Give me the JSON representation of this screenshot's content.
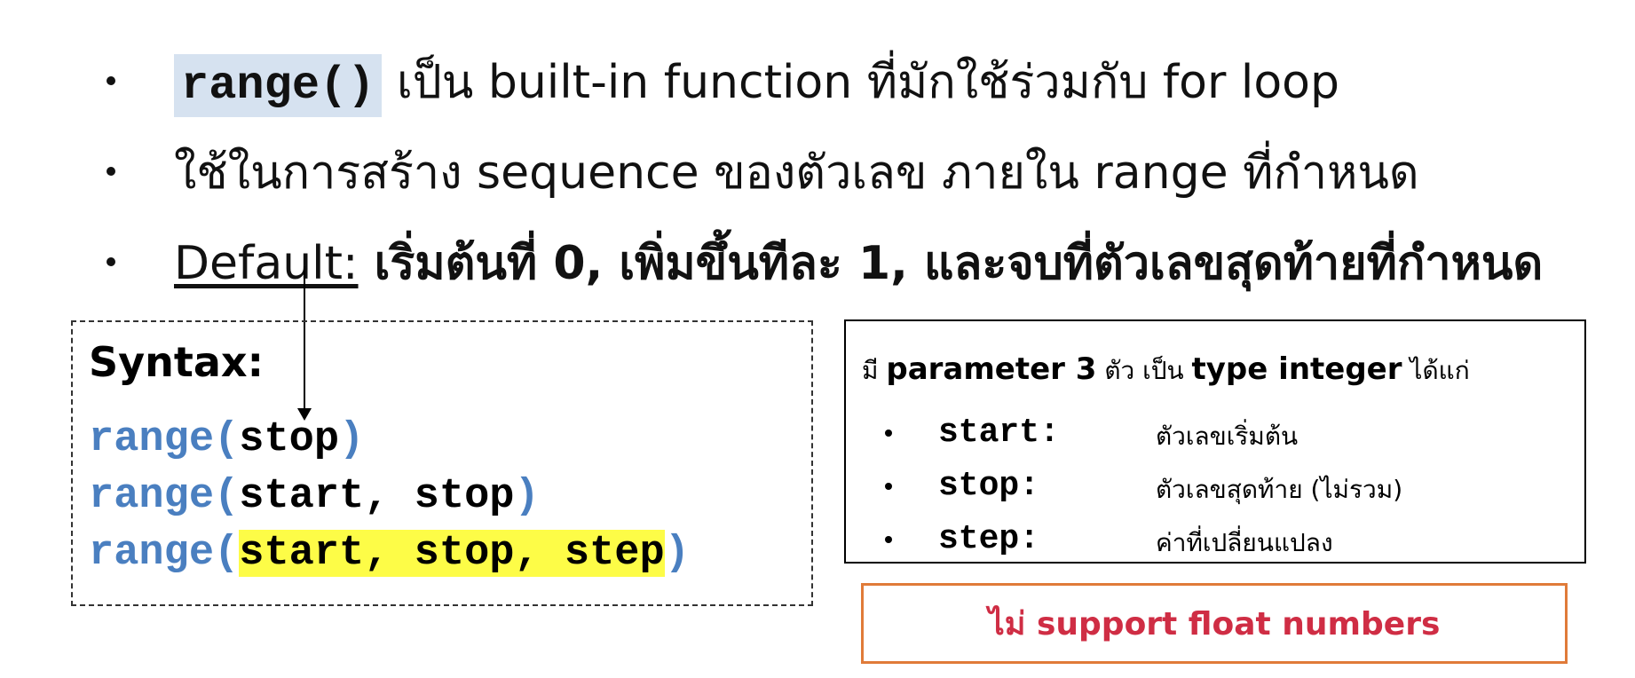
{
  "bullets": {
    "b1": {
      "code": "range()",
      "text": " เป็น built-in function ที่มักใช้ร่วมกับ for loop"
    },
    "b2": {
      "text": "ใช้ในการสร้าง sequence ของตัวเลข ภายใน range ที่กำหนด"
    },
    "b3": {
      "label": "Default:",
      "text": " เริ่มต้นที่ 0, เพิ่มขึ้นทีละ 1, และจบที่ตัวเลขสุดท้ายที่กำหนด"
    }
  },
  "syntax": {
    "title": "Syntax:",
    "line1": {
      "fn": "range(",
      "args": "stop",
      "close": ")"
    },
    "line2": {
      "fn": "range(",
      "args": "start, stop",
      "close": ")"
    },
    "line3": {
      "fn": "range(",
      "args": "start, stop, step",
      "close": ")"
    }
  },
  "params": {
    "title_pre": "มี ",
    "title_bold1": "parameter 3",
    "title_mid": " ตัว เป็น ",
    "title_bold2": "type integer",
    "title_post": " ได้แก่",
    "items": [
      {
        "name": "start:",
        "desc": "ตัวเลขเริ่มต้น"
      },
      {
        "name": "stop:",
        "desc": "ตัวเลขสุดท้าย (ไม่รวม)"
      },
      {
        "name": "step:",
        "desc": "ค่าที่เปลี่ยนแปลง"
      }
    ]
  },
  "note": {
    "text": "ไม่ support float numbers"
  },
  "colors": {
    "keyword": "#4a7fc0",
    "highlight_yellow": "#fdfc47",
    "code_bg": "#d6e2f0",
    "note_border": "#e07b39",
    "note_text": "#cf2d44"
  }
}
